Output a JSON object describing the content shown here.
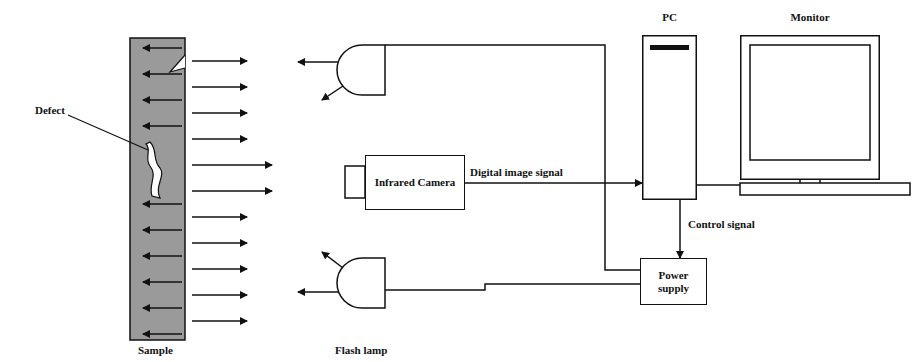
{
  "diagram": {
    "nodes": [
      {
        "text": [
          "Infrared Camera"
        ]
      },
      {
        "text": [
          "PC"
        ]
      },
      {
        "text": [
          "Monitor"
        ]
      },
      {
        "text": [
          "Power supply"
        ]
      }
    ],
    "edges": [
      {
        "from": 0,
        "to": 1,
        "label": "Digital image signal",
        "arrow": "to"
      },
      {
        "from": 1,
        "to": 2,
        "arrow": "none"
      },
      {
        "from": 1,
        "to": 3,
        "label": "Control signal",
        "arrow": "to"
      }
    ],
    "labels": [
      "Defect",
      "Sample",
      "Flash lamp"
    ]
  }
}
